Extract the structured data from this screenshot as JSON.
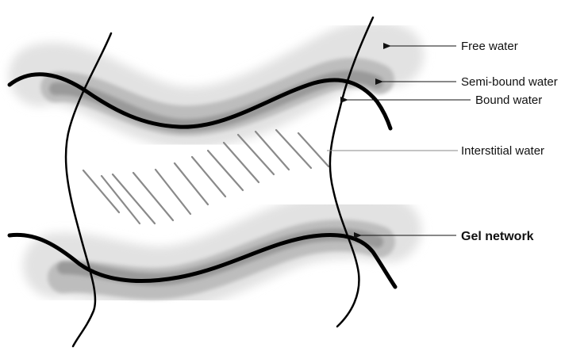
{
  "labels": {
    "free_water": "Free water",
    "semi_bound_water": "Semi-bound water",
    "bound_water": "Bound water",
    "interstitial_water": "Interstitial water",
    "gel_network": "Gel network"
  },
  "colors": {
    "background": "#ffffff",
    "free_water_halo": "#e2e2e2",
    "semi_bound_band": "#bdbdbd",
    "bound_band": "#9a9a9a",
    "gel_strand": "#000000",
    "interstitial_hatch": "#8a8a8a",
    "label_text": "#111111"
  }
}
